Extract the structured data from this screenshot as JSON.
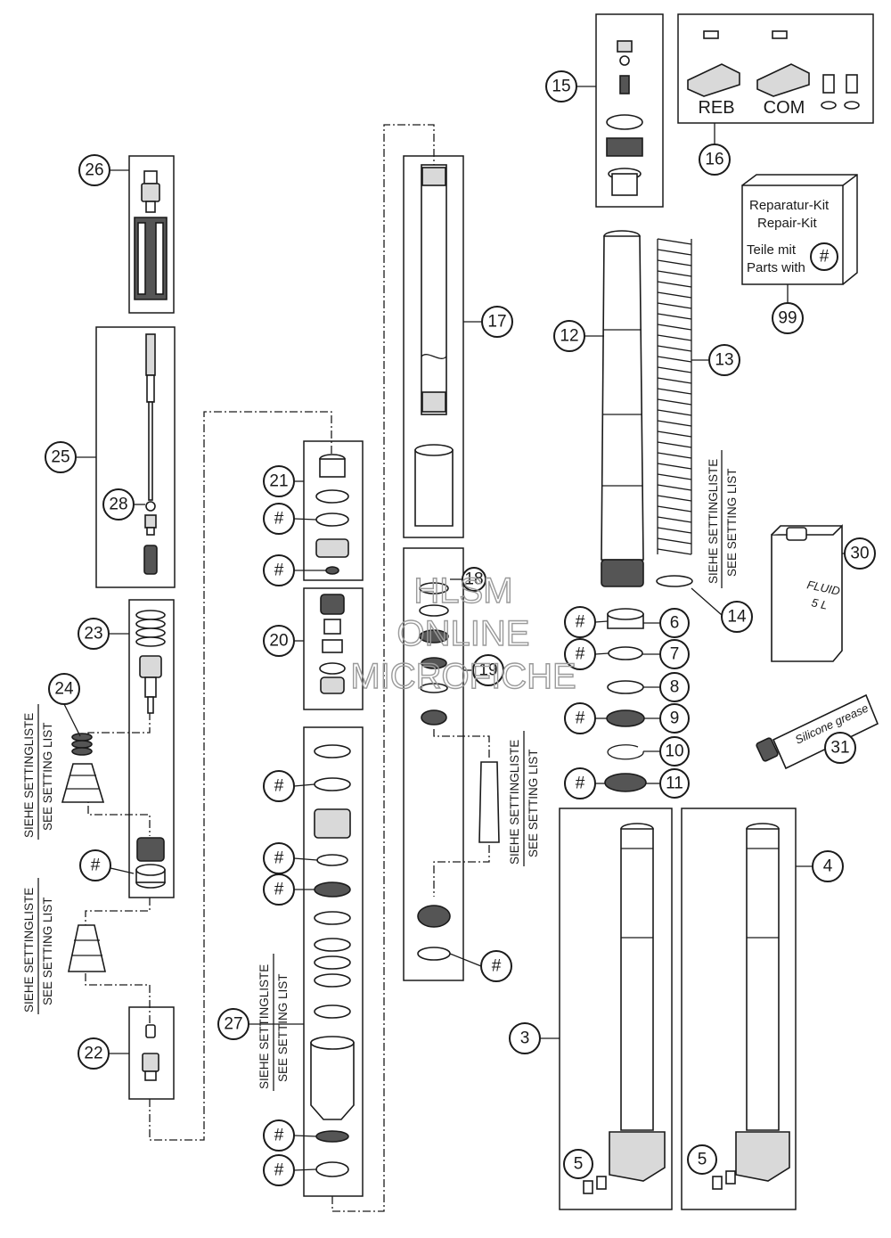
{
  "callouts": [
    "26",
    "25",
    "28",
    "23",
    "24",
    "22",
    "21",
    "20",
    "27",
    "17",
    "18",
    "19",
    "15",
    "16",
    "99",
    "12",
    "13",
    "14",
    "30",
    "6",
    "7",
    "8",
    "9",
    "10",
    "11",
    "31",
    "3",
    "4",
    "5"
  ],
  "hash_symbol": "#",
  "setting_note": {
    "de": "SIEHE SETTINGLISTE",
    "en": "SEE SETTING LIST"
  },
  "adjuster_labels": {
    "reb": "REB",
    "com": "COM"
  },
  "repair_kit": {
    "line1": "Reparatur-Kit",
    "line2": "Repair-Kit",
    "line3": "Teile mit",
    "line4": "Parts with"
  },
  "fluid_can": {
    "label1": "FLUID",
    "label2": "5 L"
  },
  "grease_tube": {
    "label1": "Silicone grease"
  },
  "watermark": {
    "line1": "HLSM",
    "line2": "ONLINE",
    "line3": "MICROFICHE"
  }
}
